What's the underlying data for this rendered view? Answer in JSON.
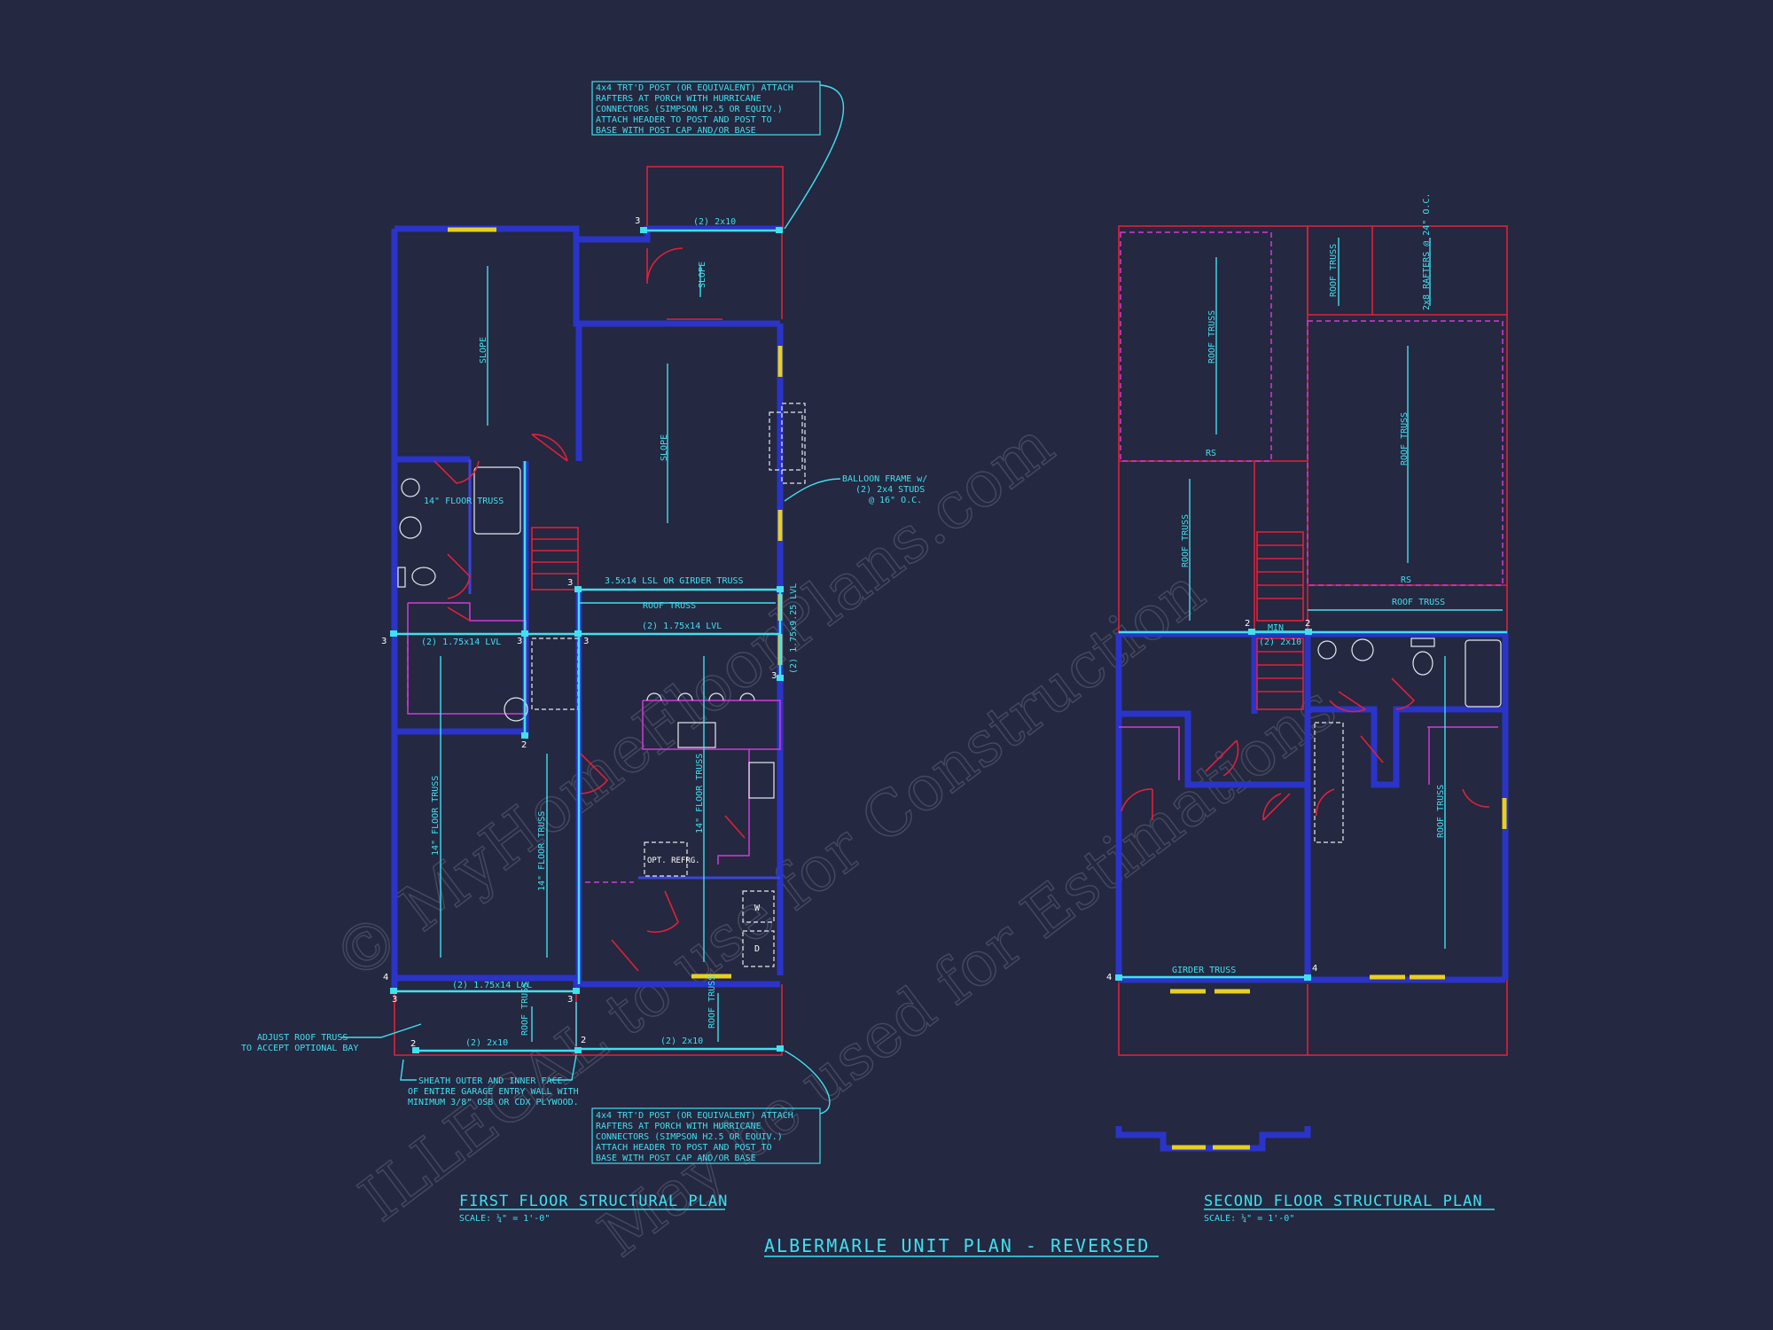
{
  "diagram": {
    "sheet_title": "ALBERMARLE UNIT PLAN - REVERSED",
    "first_floor": {
      "title": "FIRST FLOOR STRUCTURAL PLAN",
      "scale": "SCALE: ¼\" = 1'-0\"",
      "note_top": [
        "4x4 TRT'D POST (OR EQUIVALENT) ATTACH",
        "RAFTERS AT PORCH WITH HURRICANE",
        "CONNECTORS (SIMPSON H2.5 OR EQUIV.)",
        "ATTACH HEADER TO POST AND POST TO",
        "BASE WITH POST CAP AND/OR BASE"
      ],
      "note_bottom": [
        "4x4 TRT'D POST (OR EQUIVALENT) ATTACH",
        "RAFTERS AT PORCH WITH HURRICANE",
        "CONNECTORS (SIMPSON H2.5 OR EQUIV.)",
        "ATTACH HEADER TO POST AND POST TO",
        "BASE WITH POST CAP AND/OR BASE"
      ],
      "balloon": [
        "BALLOON FRAME w/",
        "(2) 2x4 STUDS",
        "@ 16\" O.C."
      ],
      "adjust": [
        "ADJUST ROOF TRUSS",
        "TO ACCEPT OPTIONAL BAY"
      ],
      "sheath": [
        "SHEATH OUTER AND INNER FACE",
        "OF ENTIRE GARAGE ENTRY WALL WITH",
        "MINIMUM 3/8\" OSB OR CDX PLYWOOD."
      ],
      "labels": {
        "top_header": "(2) 2x10",
        "slope": "SLOPE",
        "floor_truss_14": "14\" FLOOR TRUSS",
        "lsl": "3.5x14 LSL OR GIRDER TRUSS",
        "roof_truss": "ROOF TRUSS",
        "lvl_2_175x14": "(2) 1.75x14 LVL",
        "lvl_side": "(2) 1.75x9.25 LVL",
        "opt_refrg": "OPT. REFRG.",
        "bottom_2x10": "(2) 2x10",
        "washer": "W",
        "dryer": "D"
      },
      "markers": [
        "3",
        "3",
        "3",
        "3",
        "3",
        "3",
        "2",
        "4",
        "3",
        "3",
        "2",
        "2"
      ]
    },
    "second_floor": {
      "title": "SECOND FLOOR STRUCTURAL PLAN",
      "scale": "SCALE: ¼\" = 1'-0\"",
      "labels": {
        "roof_truss": "ROOF TRUSS",
        "rafters": "2x8 RAFTERS @ 24\" O.C.",
        "rs": "RS",
        "min": "MIN",
        "header": "(2) 2x10",
        "girder": "GIRDER TRUSS"
      },
      "markers": [
        "2",
        "2",
        "4",
        "4"
      ]
    },
    "watermark": [
      "© MyHomeFloorPlans.com",
      "ILLEGAL to use for Construction",
      "May be used for Estimations"
    ],
    "colors": {
      "background": "#242840",
      "wall": "#2a34c8",
      "annotation": "#3fe0f0",
      "red": "#e0203a",
      "magenta": "#d03ad8",
      "window": "#e8d020"
    }
  }
}
